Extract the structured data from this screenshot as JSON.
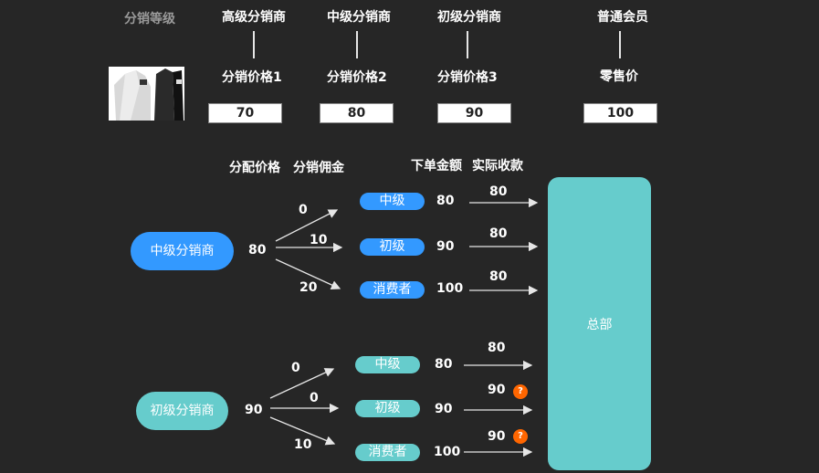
{
  "header": {
    "tier_label": "分销等级",
    "tiers": [
      {
        "name": "高级分销商",
        "price_label": "分销价格1",
        "price": "70"
      },
      {
        "name": "中级分销商",
        "price_label": "分销价格2",
        "price": "80"
      },
      {
        "name": "初级分销商",
        "price_label": "分销价格3",
        "price": "90"
      },
      {
        "name": "普通会员",
        "price_label": "零售价",
        "price": "100"
      }
    ]
  },
  "columns": {
    "alloc_price": "分配价格",
    "commission": "分销佣金",
    "order_amount": "下单金额",
    "actual_received": "实际收款"
  },
  "flows": [
    {
      "source": "中级分销商",
      "source_color": "#3399ff",
      "alloc_price": "80",
      "rows": [
        {
          "target": "中级",
          "commission": "0",
          "order": "80",
          "received": "80",
          "flag": ""
        },
        {
          "target": "初级",
          "commission": "10",
          "order": "90",
          "received": "80",
          "flag": ""
        },
        {
          "target": "消费者",
          "commission": "20",
          "order": "100",
          "received": "80",
          "flag": ""
        }
      ]
    },
    {
      "source": "初级分销商",
      "source_color": "#66cccc",
      "alloc_price": "90",
      "rows": [
        {
          "target": "中级",
          "commission": "0",
          "order": "80",
          "received": "80",
          "flag": ""
        },
        {
          "target": "初级",
          "commission": "0",
          "order": "90",
          "received": "90",
          "flag": "?"
        },
        {
          "target": "消费者",
          "commission": "10",
          "order": "100",
          "received": "90",
          "flag": "?"
        }
      ]
    }
  ],
  "hq_label": "总部",
  "colors": {
    "background": "#262626",
    "blue": "#3399ff",
    "teal": "#66cccc",
    "badge": "#ff6600"
  }
}
